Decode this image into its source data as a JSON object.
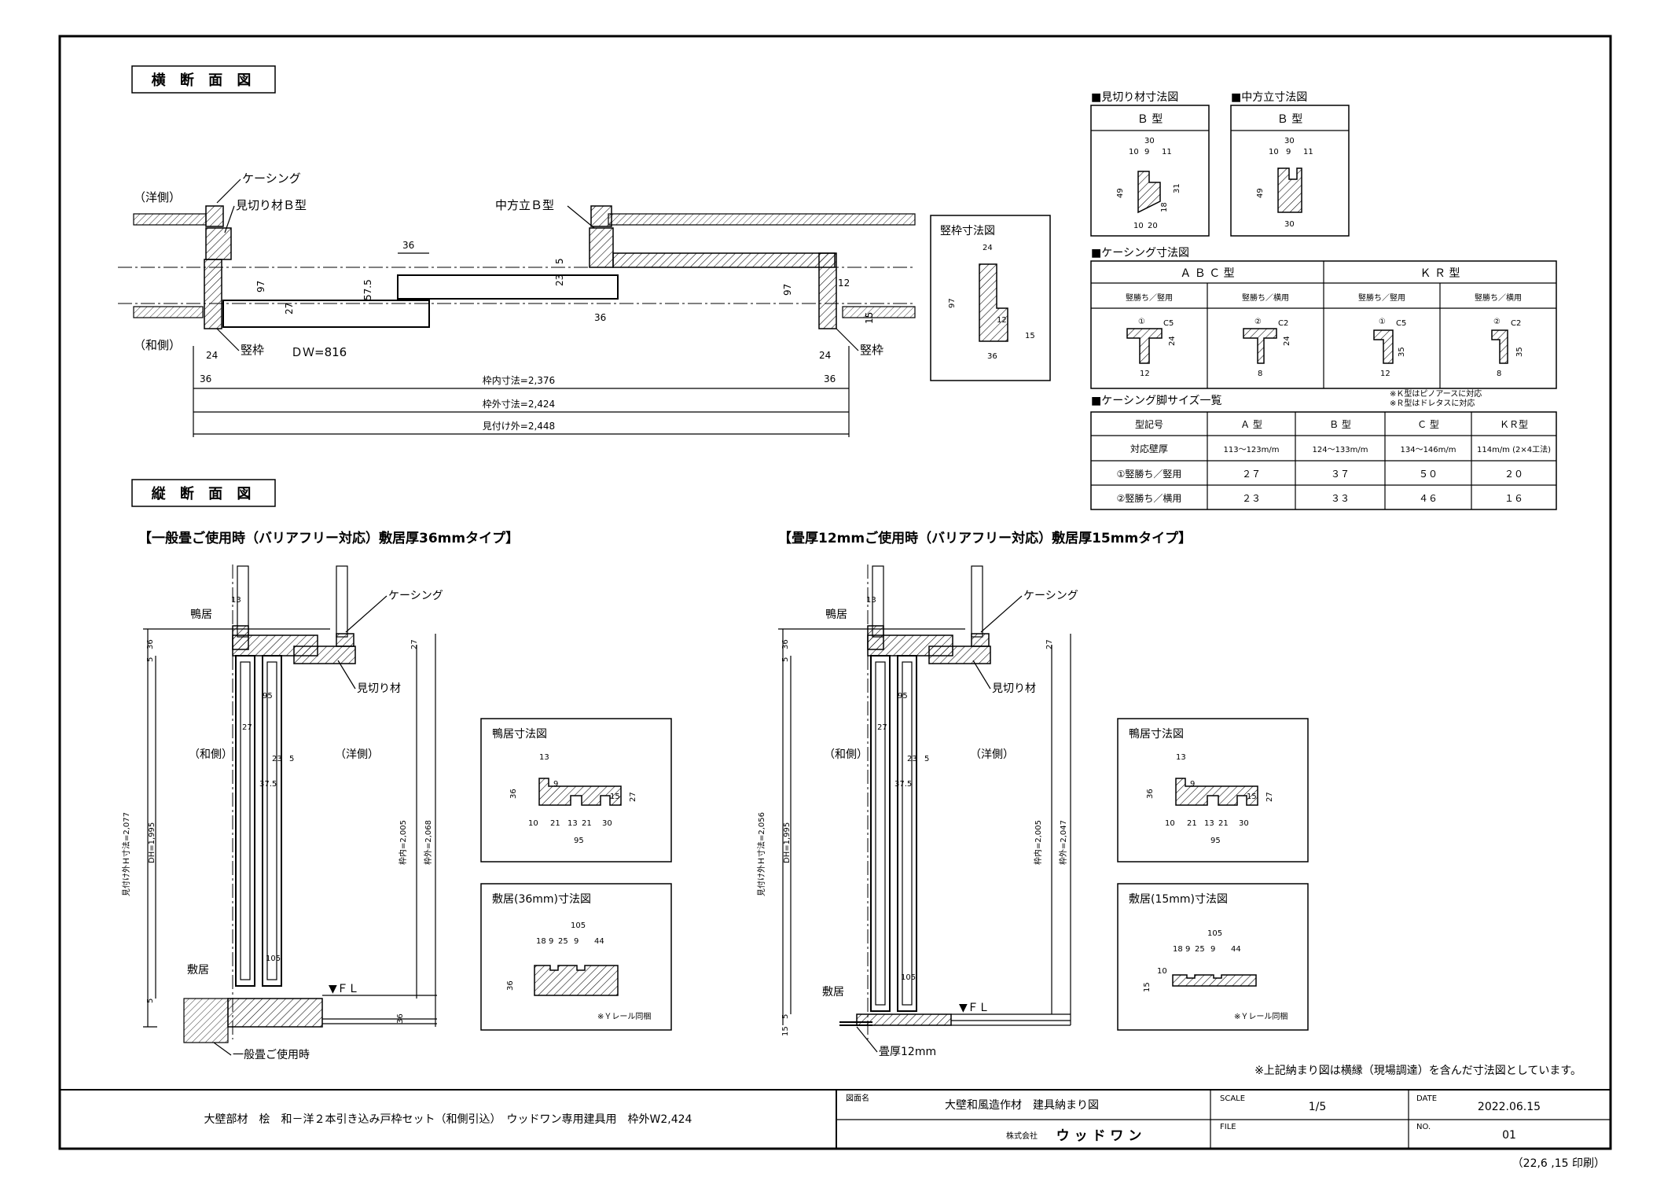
{
  "sections": {
    "plan_title": "横 断 面 図",
    "section_title": "縦 断 面 図"
  },
  "plan": {
    "casing": "ケーシング",
    "western_side": "（洋側）",
    "japanese_side": "（和側）",
    "mikiri_b": "見切り材Ｂ型",
    "nakahoudate_b": "中方立Ｂ型",
    "tatewaku": "竪枠",
    "tatewaku2": "竪枠",
    "dw": "ＤＷ=816",
    "dim_36": "36",
    "dim_36b": "36",
    "dim_36c": "36",
    "dim_36d": "36",
    "dim_24": "24",
    "dim_24b": "24",
    "dim_97": "97",
    "dim_97b": "97",
    "dim_27": "27",
    "dim_575": "57.5",
    "dim_23": "23",
    "dim_5": "5",
    "dim_12": "12",
    "dim_15": "15",
    "inner": "枠内寸法=2,376",
    "outer": "枠外寸法=2,424",
    "mitsuke": "見付け外=2,448"
  },
  "tatewaku_detail": {
    "title": "竪枠寸法図",
    "d24": "24",
    "d97": "97",
    "d12": "12",
    "d15": "15",
    "d36": "36"
  },
  "mikiri_detail": {
    "title": "■見切り材寸法図",
    "type": "Ｂ 型",
    "d30": "30",
    "d10": "10",
    "d9": "9",
    "d11": "11",
    "d49": "49",
    "d18": "18",
    "d31": "31",
    "d10b": "10",
    "d20": "20"
  },
  "naka_detail": {
    "title": "■中方立寸法図",
    "type": "Ｂ 型",
    "d30": "30",
    "d10": "10",
    "d9": "9",
    "d11": "11",
    "d49": "49",
    "d30b": "30"
  },
  "casing_table": {
    "title": "■ケーシング寸法図",
    "group_abc": "Ａ Ｂ Ｃ 型",
    "group_kr": "Ｋ Ｒ 型",
    "cols": [
      "竪勝ち／竪用",
      "竪勝ち／横用",
      "竪勝ち／竪用",
      "竪勝ち／横用"
    ],
    "c1": {
      "mark": "①",
      "c": "C5",
      "w": "24",
      "b": "12"
    },
    "c2": {
      "mark": "②",
      "c": "C2",
      "w": "24",
      "b": "8"
    },
    "c3": {
      "mark": "①",
      "c": "C5",
      "w": "35",
      "b": "12"
    },
    "c4": {
      "mark": "②",
      "c": "C2",
      "w": "35",
      "b": "8"
    }
  },
  "size_table": {
    "title": "■ケーシング脚サイズ一覧",
    "note1": "※Ｋ型はピノアースに対応",
    "note2": "※Ｒ型はドレタスに対応",
    "headers": [
      "型記号",
      "Ａ 型",
      "Ｂ 型",
      "Ｃ 型",
      "ＫＲ型"
    ],
    "rows": [
      [
        "対応壁厚",
        "113～123m/m",
        "124～133m/m",
        "134～146m/m",
        "114m/m (2×4工法)"
      ],
      [
        "①竪勝ち／竪用",
        "２７",
        "３７",
        "５０",
        "２０"
      ],
      [
        "②竪勝ち／横用",
        "２３",
        "３３",
        "４６",
        "１６"
      ]
    ]
  },
  "left_section": {
    "heading": "【一般畳ご使用時（バリアフリー対応）敷居厚36mmタイプ】",
    "casing": "ケーシング",
    "kamoi": "鴨居",
    "mikiri": "見切り材",
    "wa": "（和側）",
    "yo": "（洋側）",
    "shikii": "敷居",
    "tatami": "一般畳ご使用時",
    "fl": "▼ＦＬ",
    "d13": "13",
    "d5": "5",
    "d36": "36",
    "d27": "27",
    "d95": "95",
    "d27b": "27",
    "d23": "23",
    "d5b": "5",
    "d375": "37.5",
    "d105": "105",
    "d5c": "5",
    "d36b": "36",
    "mitsuke_h": "見付け外Ｈ寸法=2,077",
    "dh": "DH=1,995",
    "inner": "枠内=2,005",
    "outer": "枠外=2,068"
  },
  "right_section": {
    "heading": "【畳厚12mmご使用時（バリアフリー対応）敷居厚15mmタイプ】",
    "casing": "ケーシング",
    "kamoi": "鴨居",
    "mikiri": "見切り材",
    "wa": "（和側）",
    "yo": "（洋側）",
    "shikii": "敷居",
    "tatami": "畳厚12mm",
    "fl": "▼ＦＬ",
    "d13": "13",
    "d5": "5",
    "d36": "36",
    "d27": "27",
    "d95": "95",
    "d27b": "27",
    "d23": "23",
    "d5b": "5",
    "d375": "37.5",
    "d105": "105",
    "d5c": "5",
    "d15": "15",
    "mitsuke_h": "見付け外Ｈ寸法=2,056",
    "dh": "DH=1,995",
    "inner": "枠内=2,005",
    "outer": "枠外=2,047"
  },
  "kamoi_detail_left": {
    "title": "鴨居寸法図",
    "d13": "13",
    "d36": "36",
    "d9": "9",
    "d15": "15",
    "d27": "27",
    "bottom": [
      "10",
      "21",
      "13",
      "21",
      "30"
    ],
    "d95": "95"
  },
  "kamoi_detail_right": {
    "title": "鴨居寸法図",
    "d13": "13",
    "d36": "36",
    "d9": "9",
    "d15": "15",
    "d27": "27",
    "bottom": [
      "10",
      "21",
      "13",
      "21",
      "30"
    ],
    "d95": "95"
  },
  "shikii_detail_left": {
    "title": "敷居(36mm)寸法図",
    "d105": "105",
    "top": [
      "18",
      "9",
      "25",
      "9",
      "44"
    ],
    "d36": "36",
    "note": "※Ｙレール同梱"
  },
  "shikii_detail_right": {
    "title": "敷居(15mm)寸法図",
    "d105": "105",
    "top": [
      "18",
      "9",
      "25",
      "9",
      "44"
    ],
    "d10": "10",
    "d15": "15",
    "note": "※Ｙレール同梱"
  },
  "footer": {
    "note": "※上記納まり図は横縁（現場調達）を含んだ寸法図としています。",
    "product": "大壁部材　桧　和－洋２本引き込み戸枠セット（和側引込）　ウッドワン専用建具用　枠外W2,424",
    "zumei_label": "図面名",
    "zumei": "大壁和風造作材　建具納まり図",
    "company_small": "株式会社",
    "company": "ウ ッ ド ワ ン",
    "scale_label": "SCALE",
    "scale": "1/5",
    "file_label": "FILE",
    "date_label": "DATE",
    "date": "2022.06.15",
    "no_label": "NO.",
    "no": "01",
    "printed": "（22,6 ,15 印刷）"
  }
}
